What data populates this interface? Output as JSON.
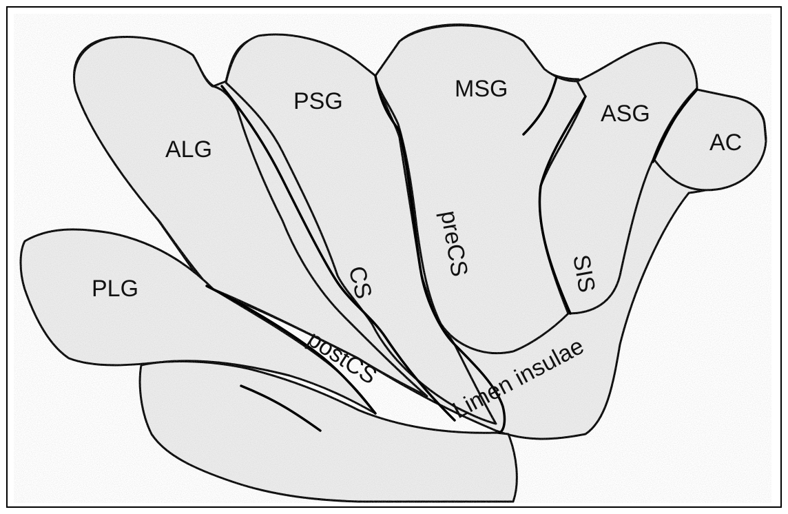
{
  "labels": {
    "alg": "ALG",
    "psg": "PSG",
    "msg": "MSG",
    "asg": "ASG",
    "ac": "AC",
    "plg": "PLG",
    "cs": "CS",
    "precs": "preCS",
    "sis": "SIS",
    "postcs": "postCS",
    "limen": "Limen insulae"
  },
  "colors": {
    "outline": "#000000",
    "fill": "#ececec",
    "background": "#ffffff"
  }
}
